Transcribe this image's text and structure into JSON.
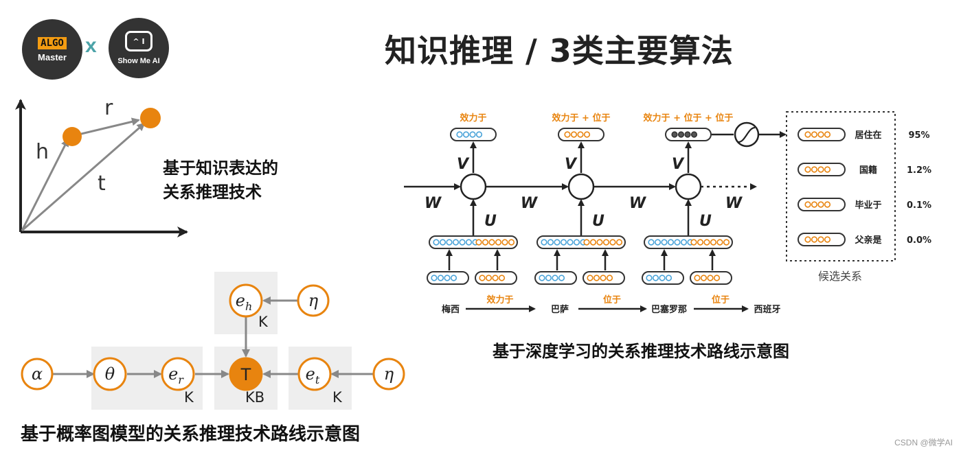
{
  "header": {
    "title": "知识推理 / 3类主要算法",
    "logo_algo_top": "ALGO",
    "logo_algo_bottom": "Master",
    "logo_cross": "x",
    "logo_showme_screen": "^ I",
    "logo_showme_text": "Show Me AI"
  },
  "colors": {
    "accent_orange": "#E8840F",
    "arrow_gray": "#888888",
    "box_gray": "#EEEEEE",
    "rnn_blue": "#4AA3D8"
  },
  "embedding_panel": {
    "labels": {
      "h": "h",
      "r": "r",
      "t": "t"
    },
    "caption_line1": "基于知识表达的",
    "caption_line2": "关系推理技术"
  },
  "pgm_panel": {
    "nodes": {
      "alpha": "α",
      "theta": "θ",
      "e_r": "e",
      "e_r_sub": "r",
      "T": "T",
      "e_t": "e",
      "e_t_sub": "t",
      "eta_right": "η",
      "e_h": "e",
      "e_h_sub": "h",
      "eta_top": "η"
    },
    "plate_labels": {
      "theta_er": "K",
      "T": "KB",
      "et": "K",
      "eh": "K"
    },
    "caption": "基于概率图模型的关系推理技术路线示意图"
  },
  "rnn_panel": {
    "output_labels": [
      "效力于",
      "效力于 + 位于",
      "效力于 + 位于 + 位于"
    ],
    "weight_labels": {
      "V": "V",
      "U": "U",
      "W": "W"
    },
    "candidate_box_label": "候选关系",
    "candidates": [
      {
        "relation": "居住在",
        "prob": "95%"
      },
      {
        "relation": "国籍",
        "prob": "1.2%"
      },
      {
        "relation": "毕业于",
        "prob": "0.1%"
      },
      {
        "relation": "父亲是",
        "prob": "0.0%"
      }
    ],
    "path": {
      "entities": [
        "梅西",
        "巴萨",
        "巴塞罗那",
        "西班牙"
      ],
      "relations": [
        "效力于",
        "位于",
        "位于"
      ]
    },
    "caption": "基于深度学习的关系推理技术路线示意图"
  },
  "watermark": "CSDN @微学AI"
}
